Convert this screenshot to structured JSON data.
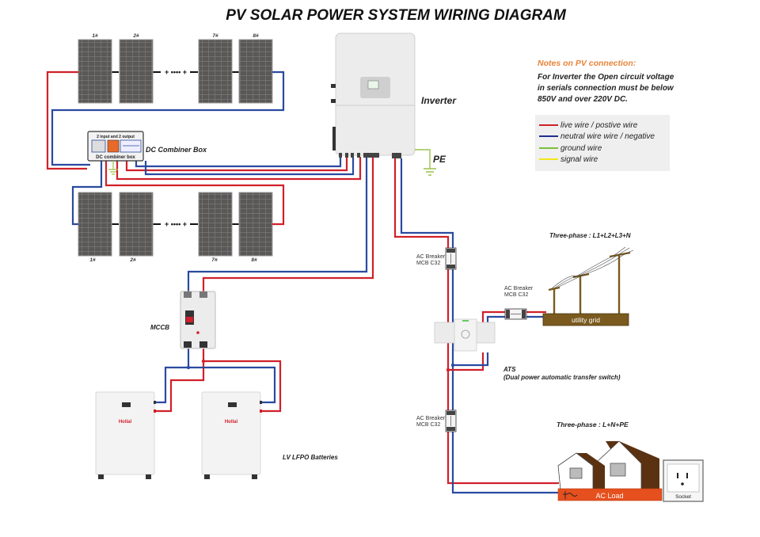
{
  "title": "PV SOLAR POWER SYSTEM WIRING DIAGRAM",
  "notes": {
    "heading": "Notes on PV connection:",
    "lines": [
      "For Inverter the Open circuit voltage",
      "in serials connection must be below",
      "850V and over 220V DC."
    ]
  },
  "legend": [
    {
      "label": "live wire / postive wire",
      "color": "#d0202a"
    },
    {
      "label": "neutral wire wire / negative",
      "color": "#1f2f8f"
    },
    {
      "label": "ground wire",
      "color": "#7cbf3a"
    },
    {
      "label": "signal wire",
      "color": "#f2e61a"
    }
  ],
  "colors": {
    "live": "#d0202a",
    "neutral": "#2a3a9a",
    "ground": "#9cc24a",
    "panel": "#5c5a58",
    "grid_base": "#7a5a1e",
    "ac_load": "#e5501e",
    "house_roof": "#5a3212",
    "accent_orange": "#e8853a"
  },
  "pv_strings": {
    "top": {
      "panels": [
        "1#",
        "2#",
        "7#",
        "8#"
      ],
      "ellipsis": "+ •••• +"
    },
    "bottom": {
      "panels": [
        "1#",
        "2#",
        "7#",
        "8#"
      ],
      "ellipsis": "+ •••• +"
    }
  },
  "combiner": {
    "header": "2 input and 2 output",
    "footer": "DC combiner box",
    "label": "DC Combiner Box"
  },
  "inverter": {
    "label": "Inverter"
  },
  "pe": {
    "label": "PE"
  },
  "mccb": {
    "label": "MCCB"
  },
  "batteries": {
    "label": "LV LFPO Batteries",
    "brand": "Hollal",
    "count": 2
  },
  "ac_breakers": [
    {
      "line1": "AC Breaker",
      "line2": "MCB C32"
    },
    {
      "line1": "AC Breaker",
      "line2": "MCB C32"
    },
    {
      "line1": "AC Breaker",
      "line2": "MCB C32"
    }
  ],
  "grid": {
    "phase_label": "Three-phase : L1+L2+L3+N",
    "label": "utility grid"
  },
  "ats": {
    "label": "ATS",
    "description": "(Dual power automatic transfer switch)"
  },
  "load": {
    "phase_label": "Three-phase : L+N+PE",
    "label": "AC Load",
    "socket_label": "Socket"
  }
}
